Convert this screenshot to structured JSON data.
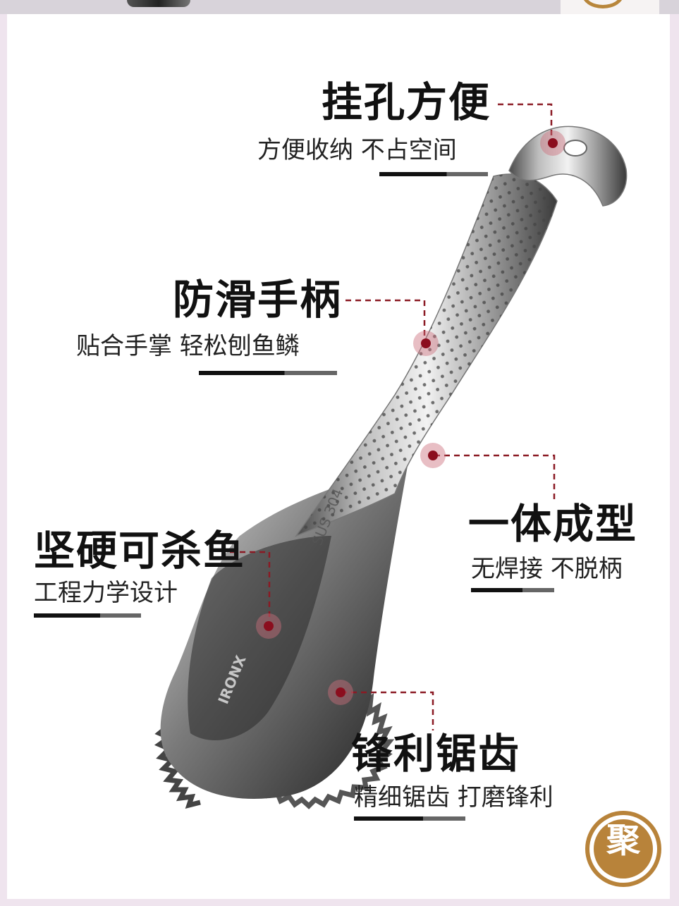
{
  "callouts": [
    {
      "title": "挂孔方便",
      "subtitle": "方便收纳 不占空间"
    },
    {
      "title": "防滑手柄",
      "subtitle": "贴合手掌 轻松刨鱼鳞"
    },
    {
      "title": "一体成型",
      "subtitle": "无焊接 不脱柄"
    },
    {
      "title": "坚硬可杀鱼",
      "subtitle": "工程力学设计"
    },
    {
      "title": "锋利锯齿",
      "subtitle": "精细锯齿 打磨锋利"
    }
  ],
  "product": {
    "brand_mark": "IRONX",
    "material_mark": "SUS 304",
    "icon": "fish-scaler-knife"
  },
  "logo": {
    "character": "聚",
    "icon": "shop-seal-logo"
  },
  "colors": {
    "accent_dot": "#8b0e1e",
    "leader_line": "#8b1a24",
    "logo_gold": "#b8833a"
  }
}
